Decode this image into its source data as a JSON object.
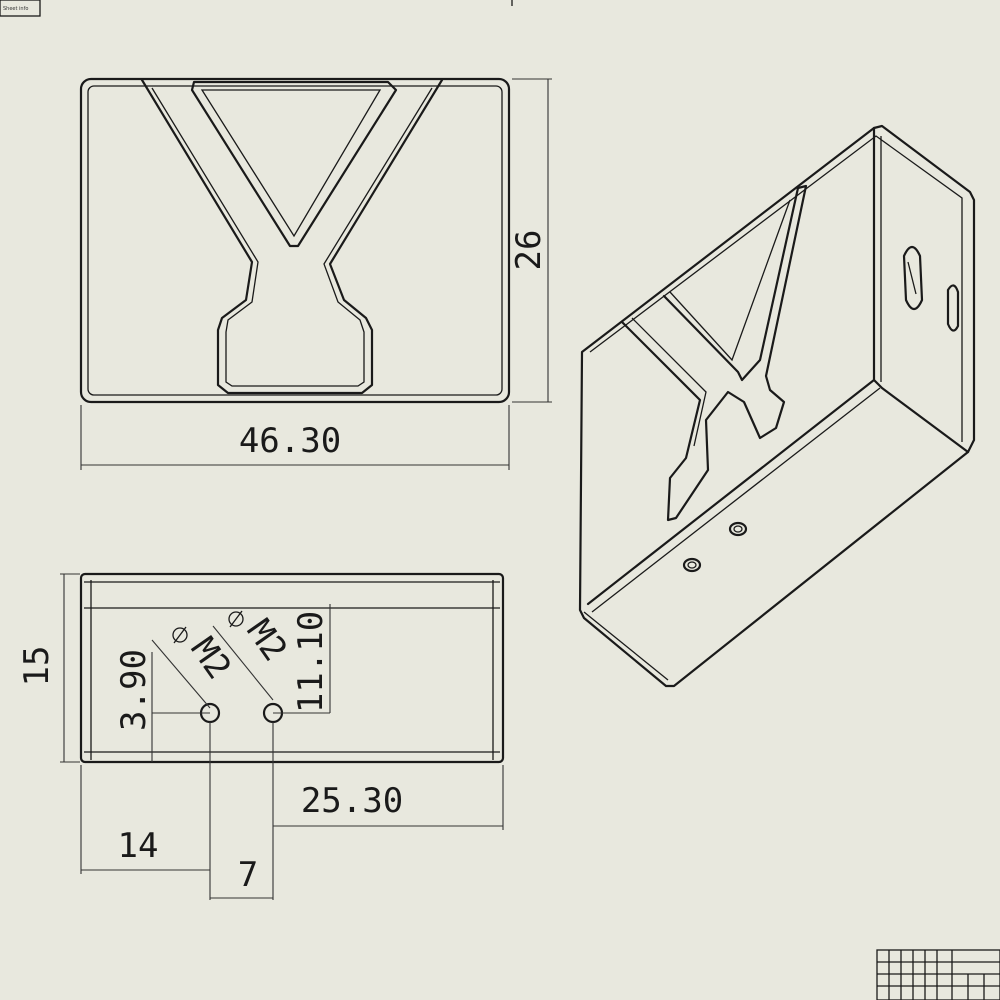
{
  "sheet": {
    "corner_tag": "Sheet info"
  },
  "top_view": {
    "width_label": "46.30",
    "height_label": "26"
  },
  "front_view": {
    "height_label": "15",
    "hole_height_label": "3.90",
    "hole_spacing_height_label": "11.10",
    "thread_label_1": "M2",
    "thread_label_2": "M2",
    "hole_offset_label_1": "25.30",
    "hole_offset_label_2": "14",
    "hole_pitch_label": "7"
  }
}
